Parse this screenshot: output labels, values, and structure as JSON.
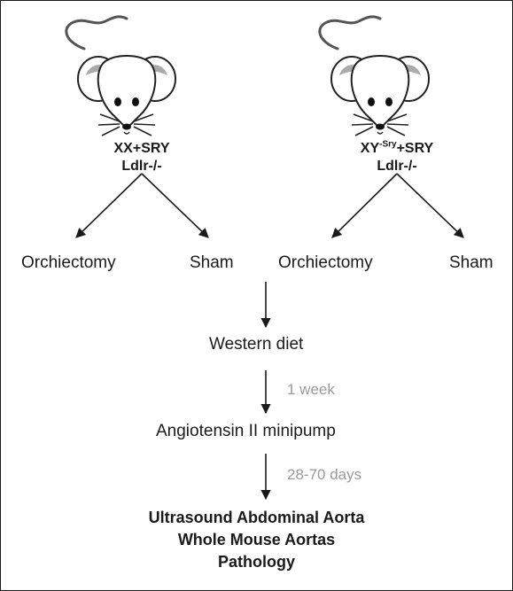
{
  "mouse_left": {
    "genotype_pre": "XX+SRY",
    "genotype_line2": "Ldlr-/-"
  },
  "mouse_right": {
    "genotype_main": "XY",
    "genotype_sup": "-Sry",
    "genotype_post": "+SRY",
    "genotype_line2": "Ldlr-/-"
  },
  "branches": {
    "left_a": "Orchiectomy",
    "left_b": "Sham",
    "right_a": "Orchiectomy",
    "right_b": "Sham"
  },
  "steps": {
    "diet": "Western diet",
    "duration1": "1 week",
    "pump": "Angiotensin II minipump",
    "duration2": "28-70 days"
  },
  "outcomes": [
    "Ultrasound Abdominal Aorta",
    "Whole Mouse Aortas",
    "Pathology"
  ],
  "icons": {
    "mouse": "mouse-icon"
  }
}
